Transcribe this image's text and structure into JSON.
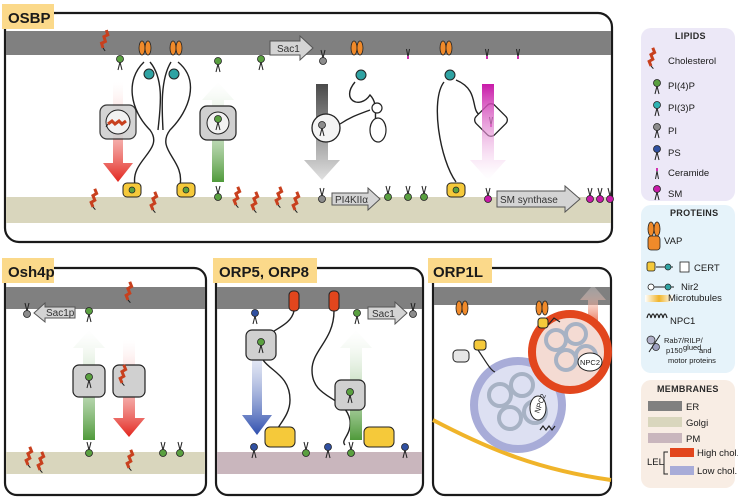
{
  "panels": {
    "osbp": {
      "title": "OSBP",
      "enzymes": [
        "Sac1",
        "PI4KIIα",
        "SM synthase"
      ]
    },
    "osh4p": {
      "title": "Osh4p",
      "enzymes": [
        "Sac1p"
      ]
    },
    "orp58": {
      "title": "ORP5, ORP8",
      "enzymes": [
        "Sac1"
      ]
    },
    "orp1l": {
      "title": "ORP1L",
      "labels": [
        "NPC2",
        "NPC2"
      ]
    }
  },
  "legend": {
    "lipids": {
      "header": "LIPIDS",
      "items": [
        "Cholesterol",
        "PI(4)P",
        "PI(3)P",
        "PI",
        "PS",
        "Ceramide",
        "SM"
      ]
    },
    "proteins": {
      "header": "PROTEINS",
      "items": [
        "VAP",
        "CERT",
        "Nir2",
        "Microtubules",
        "NPC1",
        "Rab7/RILP/\np150 glued and\nmotor proteins"
      ],
      "rab_lines": [
        "Rab7/RILP/",
        "p150",
        "glued",
        "and",
        "motor proteins"
      ]
    },
    "membranes": {
      "header": "MEMBRANES",
      "items": [
        "ER",
        "Golgi",
        "PM",
        "High chol.",
        "Low chol."
      ],
      "group_label": "LEL"
    }
  },
  "colors": {
    "er": "#7d7d7d",
    "golgi": "#d9d6bd",
    "pm": "#c9b6bd",
    "lipid_panel": "#ece8f7",
    "protein_panel": "#e6f3fa",
    "membrane_panel": "#f8ede4",
    "title_bg": "#fbd98a",
    "cholesterol": "#c8401e",
    "pi4p": "#5aa040",
    "pi3p": "#2fb3b3",
    "pi": "#8c8c8c",
    "ps": "#3050a0",
    "ceramide": "#d030b0",
    "high_chol": "#e2461d",
    "low_chol": "#a8acd8",
    "microtubule": "#f0b42a",
    "vap": "#f5c93a"
  }
}
